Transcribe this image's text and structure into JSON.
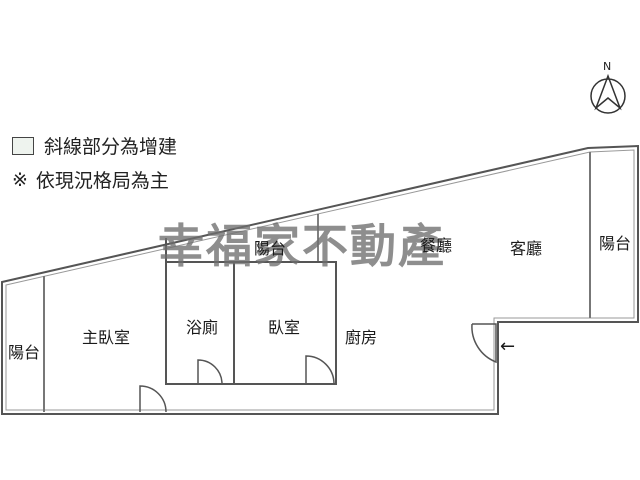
{
  "legend": {
    "hatched_note": "斜線部分為增建",
    "note_mark": "※",
    "note_text": "依現況格局為主"
  },
  "watermark": "幸福家不動產",
  "compass": {
    "label": "N"
  },
  "rooms": {
    "balcony_left": "陽台",
    "master_bedroom": "主臥室",
    "bathroom": "浴廁",
    "bedroom": "臥室",
    "kitchen": "廚房",
    "balcony_middle": "陽台",
    "dining_room": "餐廳",
    "living_room": "客廳",
    "balcony_right": "陽台"
  },
  "entrance": {
    "arrow_glyph": "←"
  },
  "colors": {
    "wall": "#555555",
    "swatch": "#eef3ee",
    "watermark": "#6e6e6e"
  }
}
